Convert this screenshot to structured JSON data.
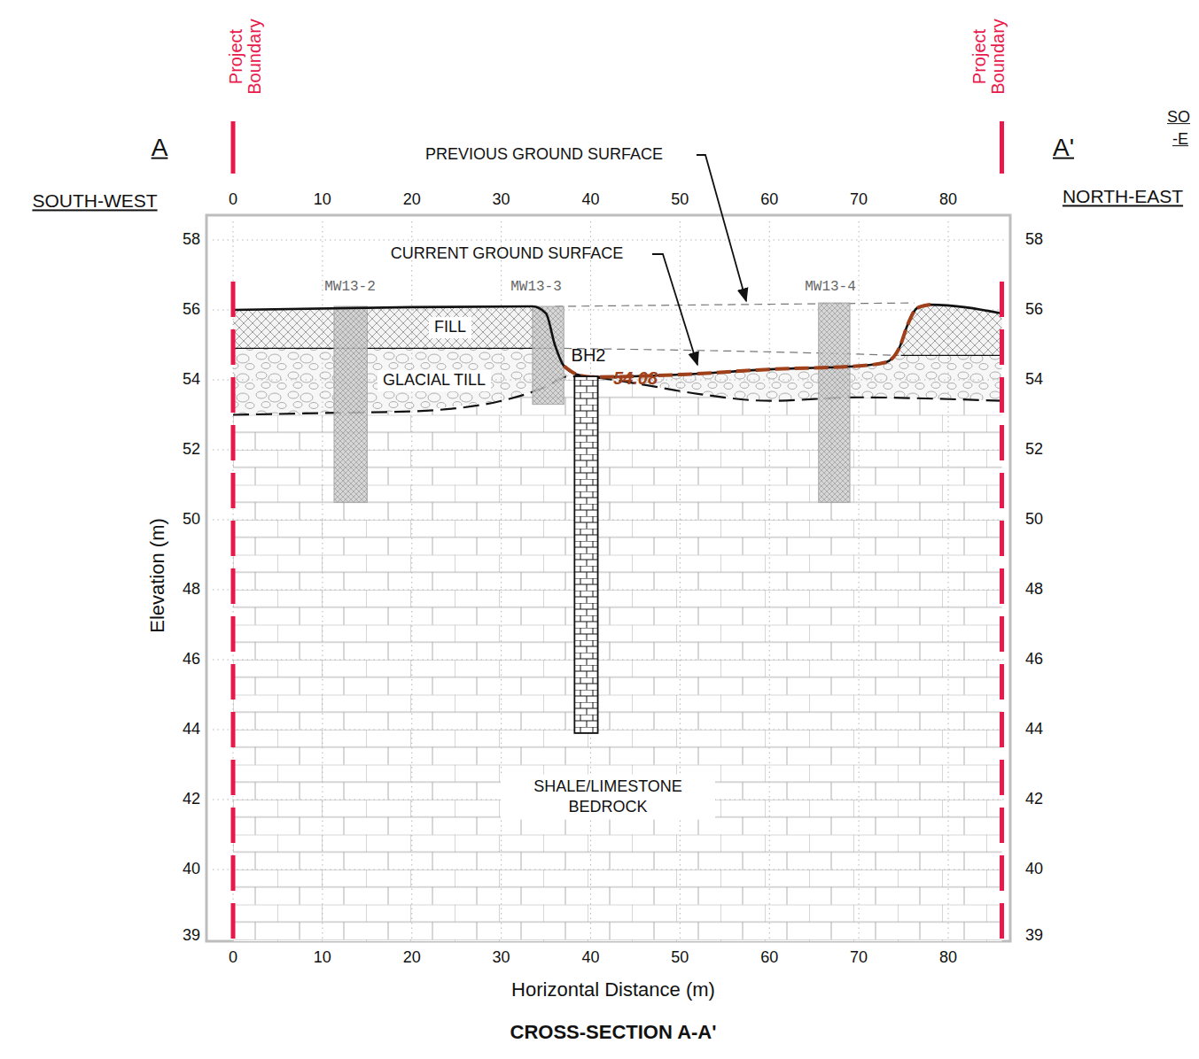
{
  "diagram": {
    "title": "CROSS-SECTION A-A'",
    "labels": [
      "A",
      "A'",
      "SOUTH-WEST",
      "NORTH-EAST",
      "SO",
      "-E",
      "Project Boundary",
      "Project Boundary",
      "PREVIOUS GROUND SURFACE",
      "CURRENT GROUND SURFACE",
      "MW13-2",
      "MW13-3",
      "MW13-4",
      "FILL",
      "GLACIAL TILL",
      "BH2",
      "54.08",
      "SHALE/LIMESTONE BEDROCK",
      "Elevation (m)",
      "Horizontal Distance (m)",
      "0",
      "10",
      "20",
      "30",
      "40",
      "50",
      "60",
      "70",
      "80",
      "0",
      "10",
      "20",
      "30",
      "40",
      "50",
      "60",
      "70",
      "80",
      "58",
      "56",
      "54",
      "52",
      "50",
      "48",
      "46",
      "44",
      "42",
      "40",
      "39",
      "58",
      "56",
      "54",
      "52",
      "50",
      "48",
      "46",
      "44",
      "42",
      "40",
      "39"
    ]
  }
}
